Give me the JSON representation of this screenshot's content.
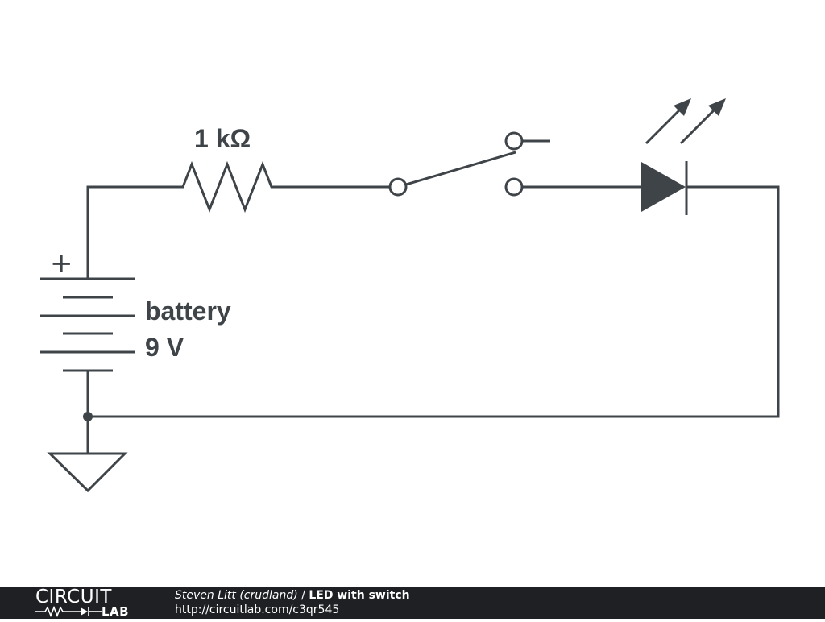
{
  "schematic": {
    "resistor_label": "1 kΩ",
    "battery_name": "battery",
    "battery_voltage": "9 V",
    "battery_polarity": "+"
  },
  "footer": {
    "logo_top": "CIRCUIT",
    "logo_bottom": "LAB",
    "author": "Steven Litt (crudland)",
    "separator": " / ",
    "title": "LED with switch",
    "url": "http://circuitlab.com/c3qr545"
  },
  "colors": {
    "ink": "#3f4449",
    "footer_bg": "#1e2023",
    "background": "#ffffff"
  }
}
